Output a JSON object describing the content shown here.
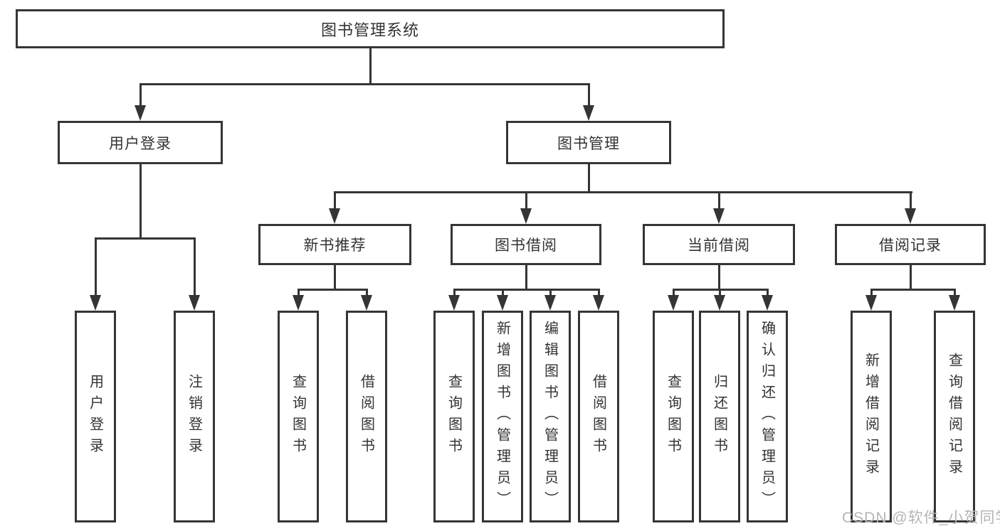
{
  "colors": {
    "line": "#353535",
    "text": "#333333",
    "watermark": "#b5b5b5",
    "background": "#ffffff"
  },
  "tree": {
    "label": "图书管理系统",
    "children": [
      {
        "label": "用户登录",
        "children": [
          {
            "label": "用户登录"
          },
          {
            "label": "注销登录"
          }
        ]
      },
      {
        "label": "图书管理",
        "children": [
          {
            "label": "新书推荐",
            "children": [
              {
                "label": "查询图书"
              },
              {
                "label": "借阅图书"
              }
            ]
          },
          {
            "label": "图书借阅",
            "children": [
              {
                "label": "查询图书"
              },
              {
                "label": "新增图书（管理员）"
              },
              {
                "label": "编辑图书（管理员）"
              },
              {
                "label": "借阅图书"
              }
            ]
          },
          {
            "label": "当前借阅",
            "children": [
              {
                "label": "查询图书"
              },
              {
                "label": "归还图书"
              },
              {
                "label": "确认归还（管理员）"
              }
            ]
          },
          {
            "label": "借阅记录",
            "children": [
              {
                "label": "新增借阅记录"
              },
              {
                "label": "查询借阅记录"
              }
            ]
          }
        ]
      }
    ]
  },
  "watermark": {
    "text": "CSDN @软件_小贺同学"
  }
}
